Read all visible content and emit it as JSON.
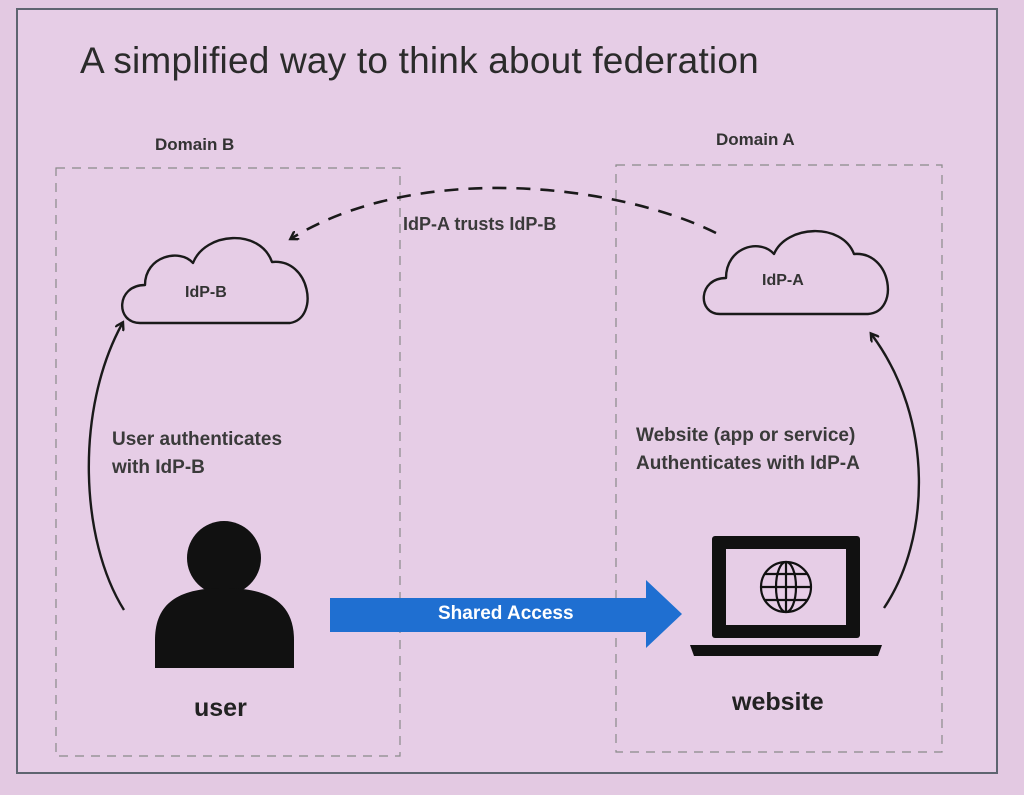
{
  "title": "A simplified way to think about federation",
  "domains": {
    "left": "Domain B",
    "right": "Domain A"
  },
  "clouds": {
    "left": "IdP-B",
    "right": "IdP-A"
  },
  "trust_label": "IdP-A trusts IdP-B",
  "user_auth": {
    "line1": "User authenticates",
    "line2": "with IdP-B"
  },
  "website_auth": {
    "line1": "Website (app or service)",
    "line2": "Authenticates with IdP-A"
  },
  "shared_access_label": "Shared Access",
  "user_caption": "user",
  "website_caption": "website",
  "colors": {
    "background": "#e3c9e2",
    "arrow_blue": "#1f6fd1",
    "ink": "#1a1a1a"
  },
  "icons": {
    "user": "person-icon",
    "website": "laptop-globe-icon",
    "idp": "cloud-icon"
  }
}
